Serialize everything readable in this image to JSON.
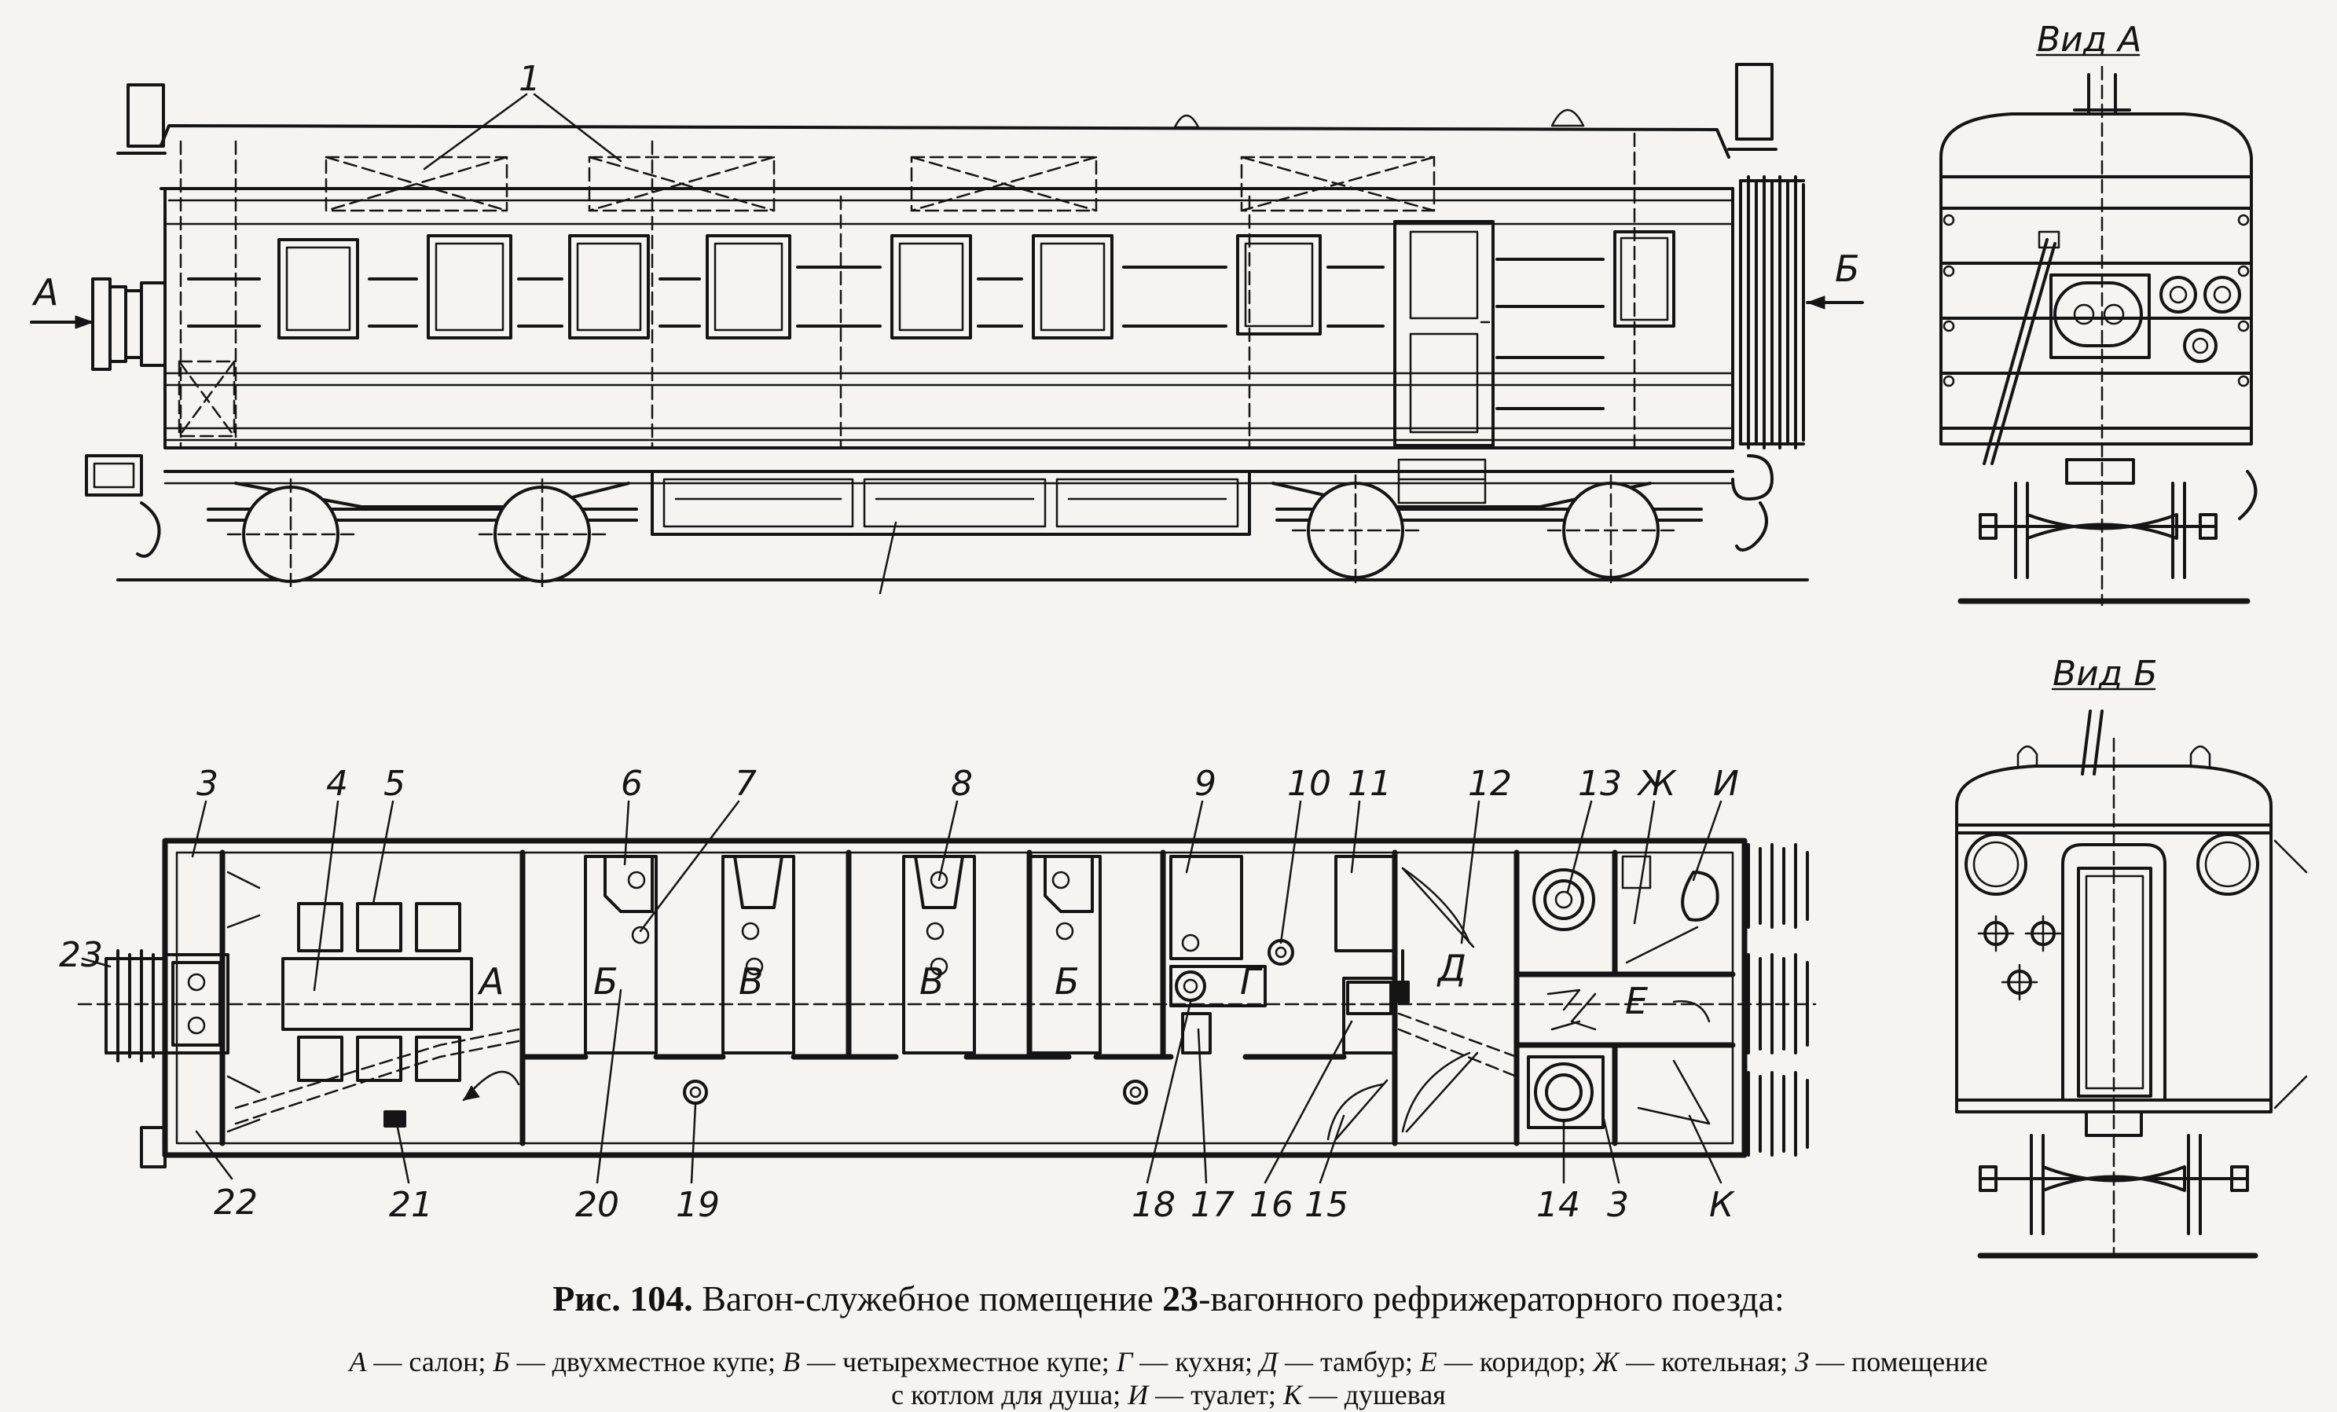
{
  "labels": {
    "view_a_title": "Вид А",
    "view_b_title": "Вид Б",
    "arrow_a": "А",
    "arrow_b": "Б",
    "side_callout_1": "1",
    "plan_numbers": [
      "3",
      "4",
      "5",
      "6",
      "7",
      "8",
      "9",
      "10",
      "11",
      "12",
      "13",
      "Ж",
      "И",
      "23",
      "22",
      "21",
      "20",
      "19",
      "18",
      "17",
      "16",
      "15",
      "14",
      "3",
      "К"
    ],
    "room_letters": [
      "А",
      "Б",
      "В",
      "В",
      "Б",
      "Г",
      "Д",
      "Е"
    ]
  },
  "caption": {
    "fig_prefix": "Рис. 104.",
    "title_part1": "Вагон-служебное помещение",
    "title_number": "23",
    "title_part2": "-вагонного рефрижераторного поезда:",
    "legend_line1": [
      {
        "key": "А",
        "text": "— салон;"
      },
      {
        "key": "Б",
        "text": "— двухместное купе;"
      },
      {
        "key": "В",
        "text": "— четырехместное купе;"
      },
      {
        "key": "Г",
        "text": "— кухня;"
      },
      {
        "key": "Д",
        "text": "— тамбур;"
      },
      {
        "key": "Е",
        "text": "— коридор;"
      },
      {
        "key": "Ж",
        "text": "— котельная;"
      },
      {
        "key": "З",
        "text": "— помещение"
      }
    ],
    "legend_line2": [
      {
        "key": "",
        "text": "с котлом для душа;"
      },
      {
        "key": "И",
        "text": "— туалет;"
      },
      {
        "key": "К",
        "text": "— душевая"
      }
    ]
  }
}
